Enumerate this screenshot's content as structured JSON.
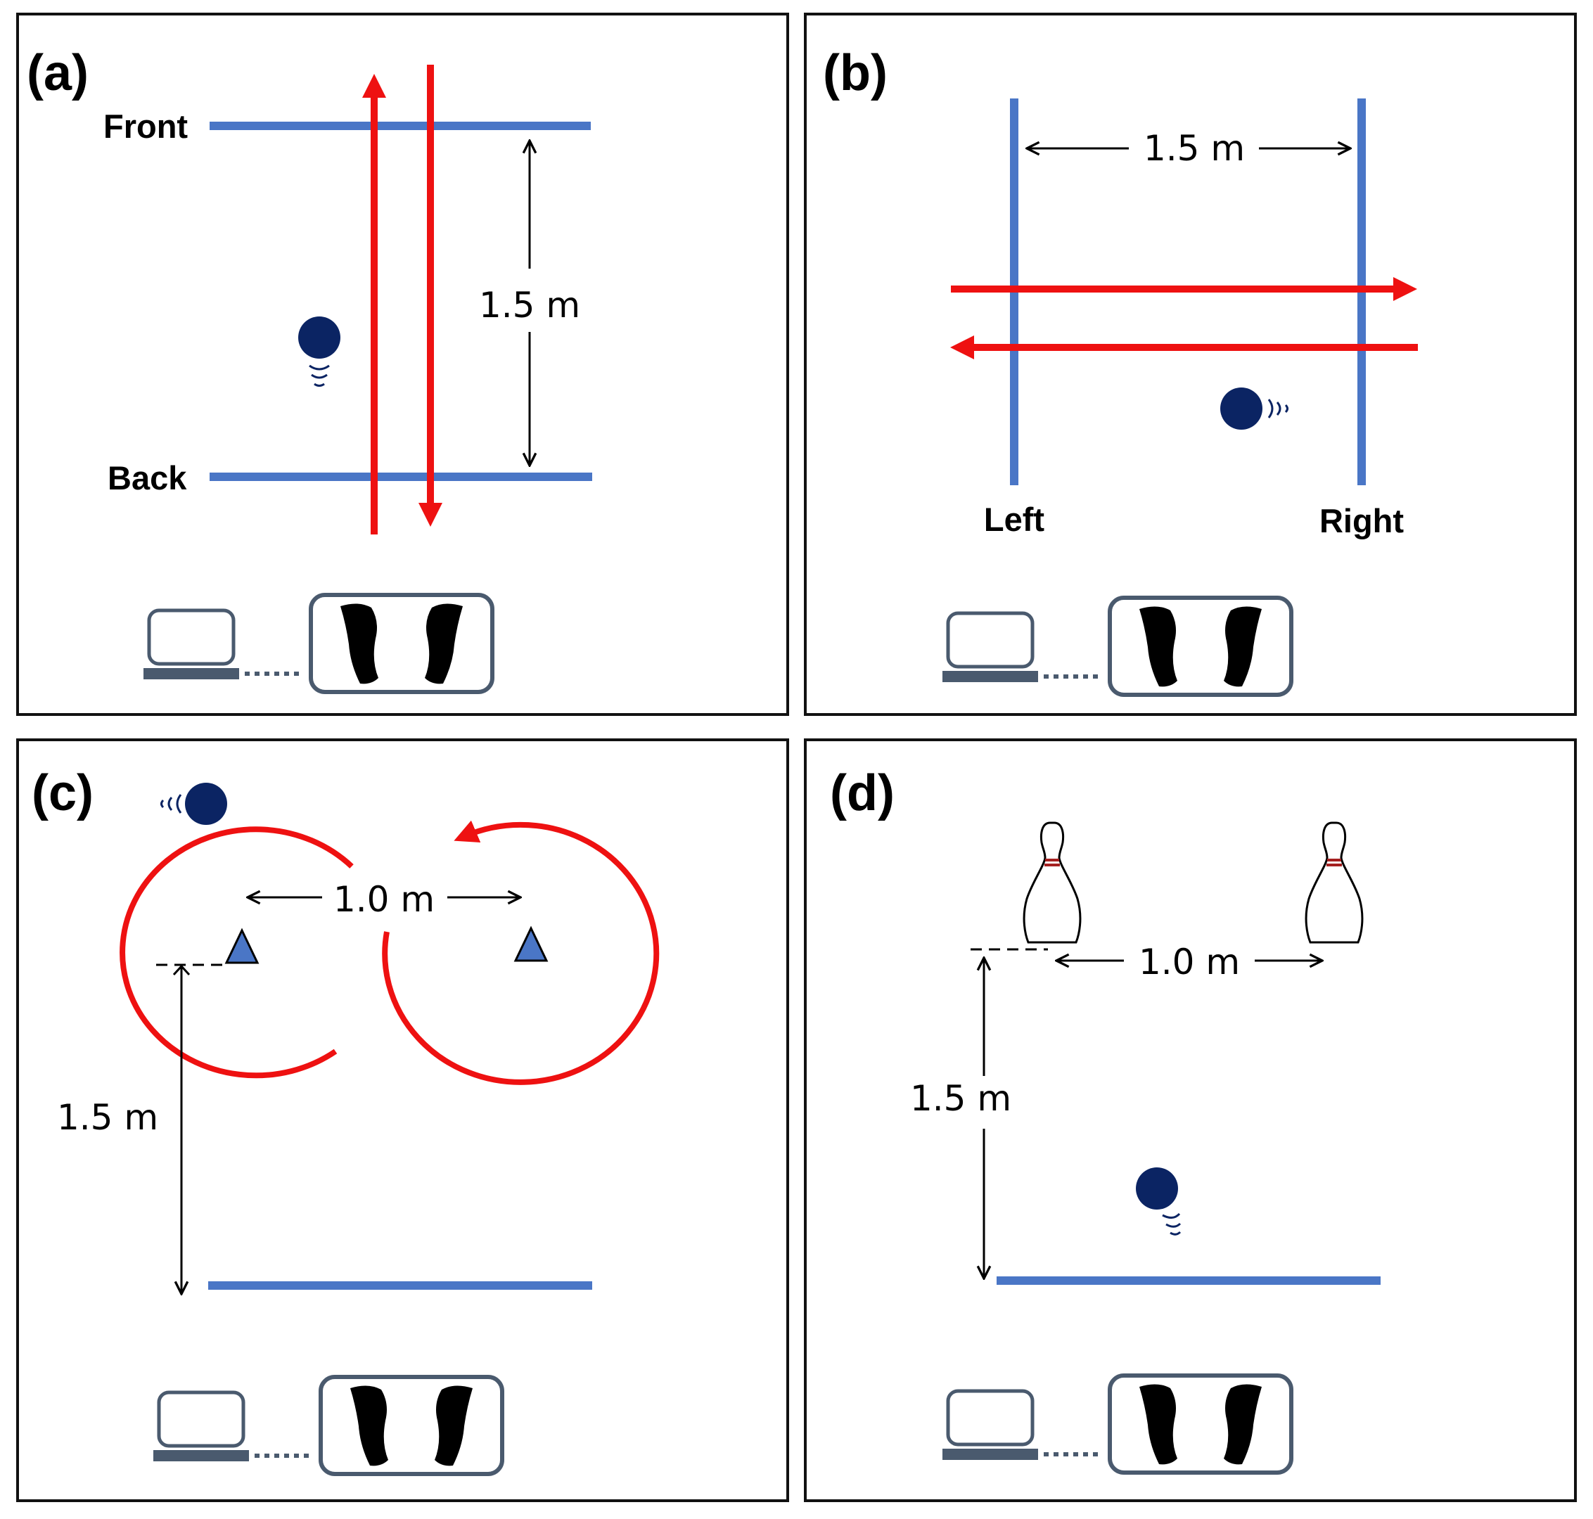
{
  "colors": {
    "line_blue": "#4a76c6",
    "arrow_red": "#ee1111",
    "ball_navy": "#0b2463",
    "cone_blue": "#4a76c6",
    "frame": "#111111",
    "device_gray": "#4a5a6e"
  },
  "panels": {
    "a": {
      "label": "(a)",
      "front": "Front",
      "back": "Back",
      "distance": "1.5 m"
    },
    "b": {
      "label": "(b)",
      "left": "Left",
      "right": "Right",
      "distance": "1.5 m"
    },
    "c": {
      "label": "(c)",
      "spacing": "1.0 m",
      "distance": "1.5 m"
    },
    "d": {
      "label": "(d)",
      "spacing": "1.0 m",
      "distance": "1.5 m"
    }
  },
  "icons": {
    "ball": "sound-emitting-ball-icon",
    "laptop": "laptop-icon",
    "plate": "force-plate-icon",
    "cone": "cone-icon",
    "pin": "bowling-pin-icon"
  }
}
